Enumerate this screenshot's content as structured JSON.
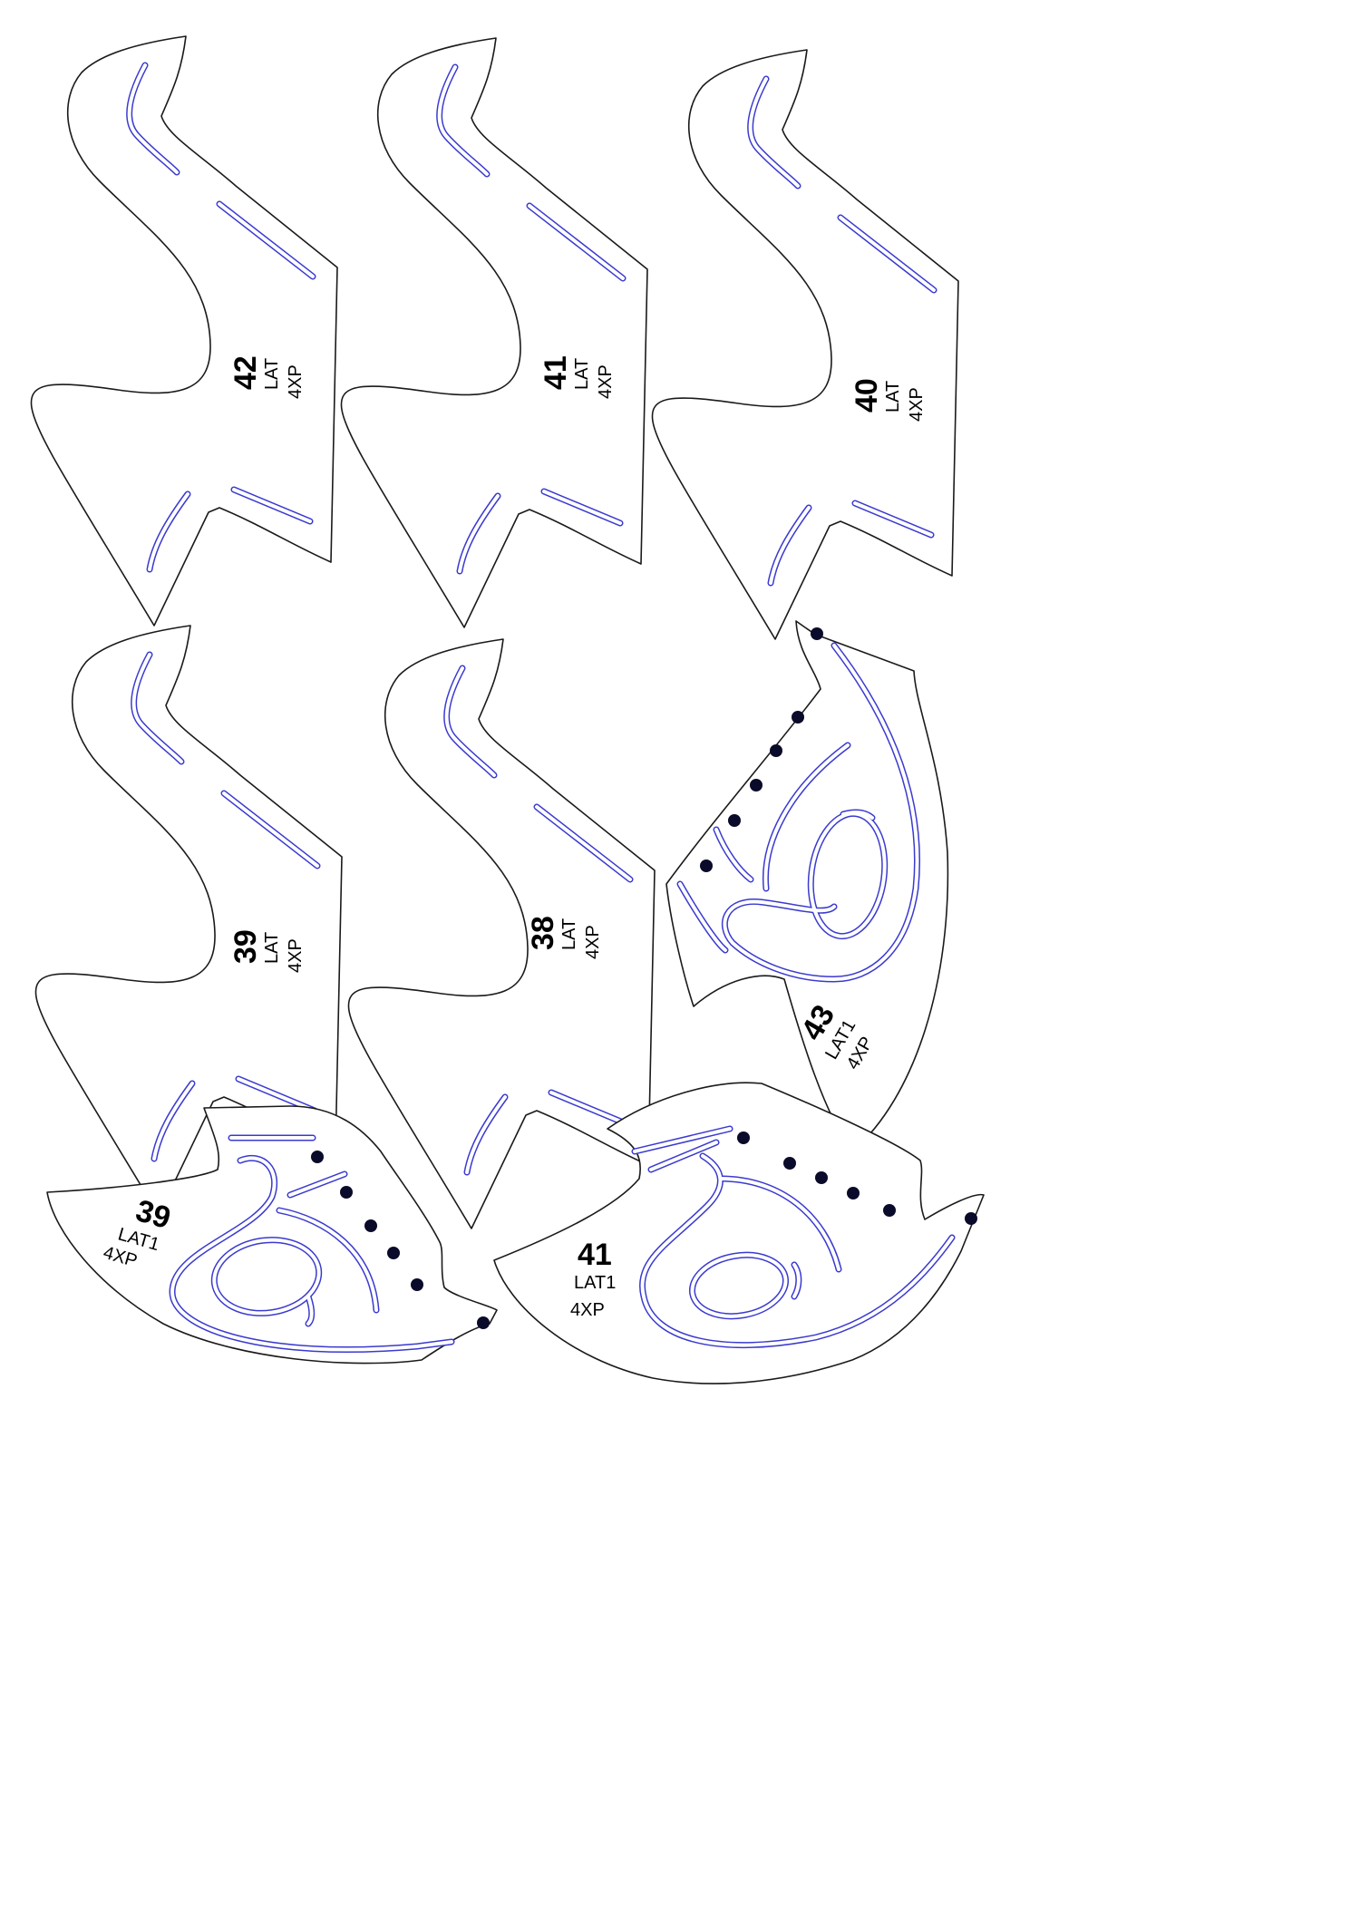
{
  "pieces": [
    {
      "id": "p42",
      "number": "42",
      "code": "LAT",
      "qty": "4XP"
    },
    {
      "id": "p41",
      "number": "41",
      "code": "LAT",
      "qty": "4XP"
    },
    {
      "id": "p40",
      "number": "40",
      "code": "LAT",
      "qty": "4XP"
    },
    {
      "id": "p39",
      "number": "39",
      "code": "LAT",
      "qty": "4XP"
    },
    {
      "id": "p38",
      "number": "38",
      "code": "LAT",
      "qty": "4XP"
    },
    {
      "id": "p43",
      "number": "43",
      "code": "LAT1",
      "qty": "4XP"
    },
    {
      "id": "p39b",
      "number": "39",
      "code": "LAT1",
      "qty": "4XP"
    },
    {
      "id": "p41b",
      "number": "41",
      "code": "LAT1",
      "qty": "4XP"
    }
  ],
  "colors": {
    "outline": "#1a1a1a",
    "stitch": "#3a3ad0",
    "hole": "#0a0a2a"
  }
}
